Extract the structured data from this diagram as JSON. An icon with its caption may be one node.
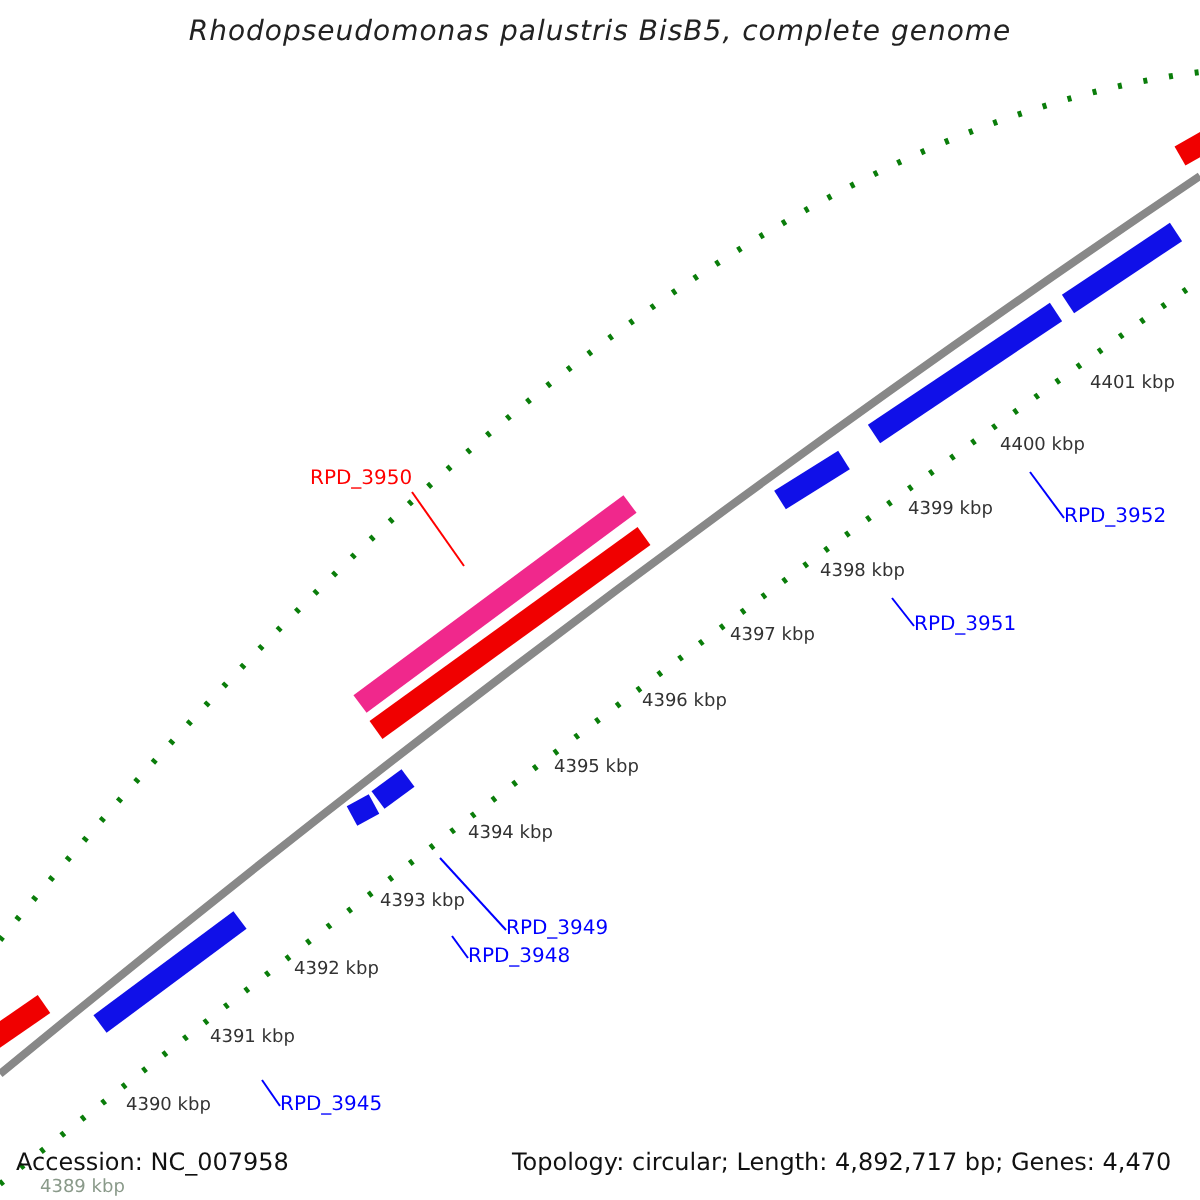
{
  "diagram": {
    "title": "Rhodopseudomonas palustris BisB5, complete genome",
    "nodes": [
      {
        "text": [
          "RPD_3950"
        ]
      },
      {
        "text": [
          "RPD_3952"
        ]
      },
      {
        "text": [
          "RPD_3951"
        ]
      },
      {
        "text": [
          "RPD_3949"
        ]
      },
      {
        "text": [
          "RPD_3948"
        ]
      },
      {
        "text": [
          "RPD_3945"
        ]
      }
    ],
    "edges": [
      {
        "from": 0,
        "to": null,
        "arrow": "none",
        "color": "#ff0000"
      },
      {
        "from": 1,
        "to": null,
        "arrow": "none"
      },
      {
        "from": 2,
        "to": null,
        "arrow": "none"
      },
      {
        "from": 3,
        "to": null,
        "arrow": "none"
      },
      {
        "from": 4,
        "to": null,
        "arrow": "none"
      },
      {
        "from": 5,
        "to": null,
        "arrow": "none"
      }
    ],
    "labels": [
      "4401 kbp",
      "4400 kbp",
      "4399 kbp",
      "4398 kbp",
      "4397 kbp",
      "4396 kbp",
      "4395 kbp",
      "4394 kbp",
      "4393 kbp",
      "4392 kbp",
      "4391 kbp",
      "4390 kbp",
      "4389 kbp",
      "Accession: NC_007958",
      "Topology: circular; Length: 4,892,717 bp; Genes: 4,470"
    ]
  }
}
